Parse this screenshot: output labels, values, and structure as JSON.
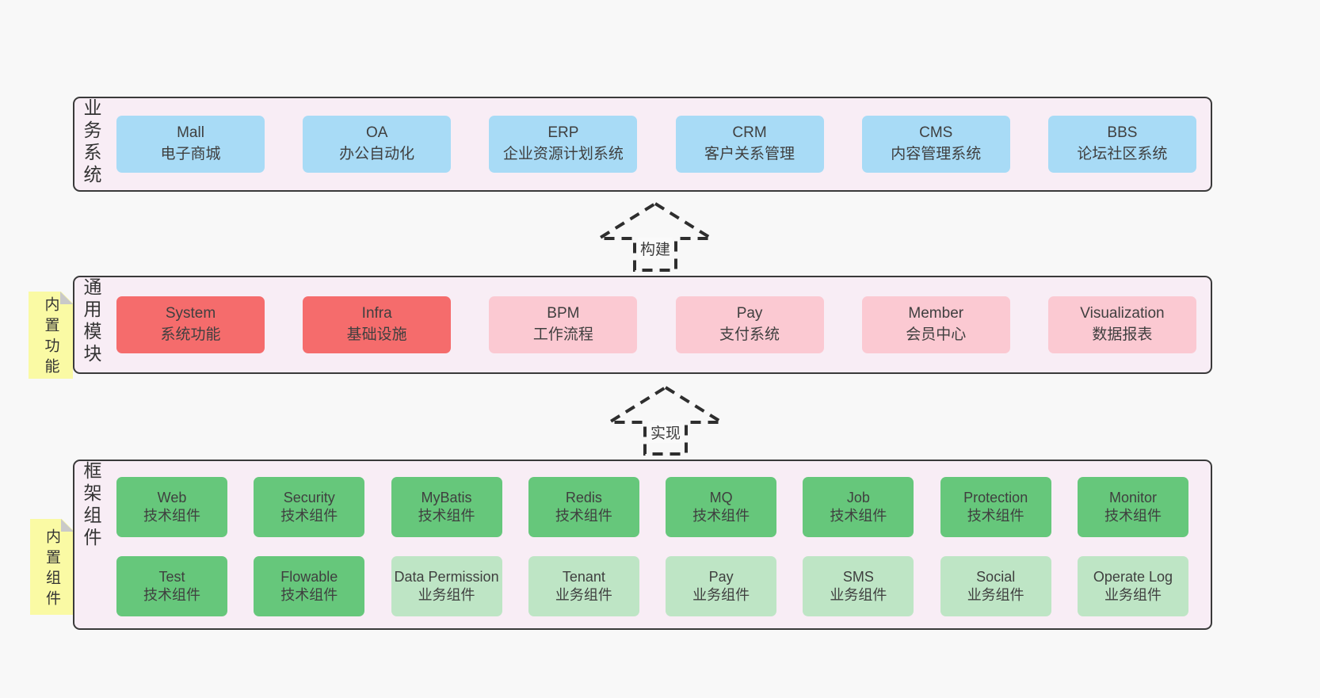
{
  "colors": {
    "page_background": "#f8f8f8",
    "panel_background": "#f8edf5",
    "panel_border": "#3a3a3a",
    "box_blue": "#a8dbf6",
    "box_red": "#f56c6c",
    "box_pink": "#fbc9d2",
    "box_green_dark": "#66c77b",
    "box_green_light": "#bee5c5",
    "sticky_note_yellow": "#fafaa4",
    "sticky_note_fold_gray": "#c9c9c9",
    "text": "#3c3c3c"
  },
  "arrows": [
    {
      "label": "构建"
    },
    {
      "label": "实现"
    }
  ],
  "layers": [
    {
      "label": "业务系统",
      "rows": [
        [
          {
            "name": "Mall",
            "desc": "电子商城"
          },
          {
            "name": "OA",
            "desc": "办公自动化"
          },
          {
            "name": "ERP",
            "desc": "企业资源计划系统"
          },
          {
            "name": "CRM",
            "desc": "客户关系管理"
          },
          {
            "name": "CMS",
            "desc": "内容管理系统"
          },
          {
            "name": "BBS",
            "desc": "论坛社区系统"
          }
        ]
      ]
    },
    {
      "label": "通用模块",
      "note": "内置功能",
      "rows": [
        [
          {
            "name": "System",
            "desc": "系统功能"
          },
          {
            "name": "Infra",
            "desc": "基础设施"
          },
          {
            "name": "BPM",
            "desc": "工作流程"
          },
          {
            "name": "Pay",
            "desc": "支付系统"
          },
          {
            "name": "Member",
            "desc": "会员中心"
          },
          {
            "name": "Visualization",
            "desc": "数据报表"
          }
        ]
      ]
    },
    {
      "label": "框架组件",
      "note": "内置组件",
      "rows": [
        [
          {
            "name": "Web",
            "desc": "技术组件"
          },
          {
            "name": "Security",
            "desc": "技术组件"
          },
          {
            "name": "MyBatis",
            "desc": "技术组件"
          },
          {
            "name": "Redis",
            "desc": "技术组件"
          },
          {
            "name": "MQ",
            "desc": "技术组件"
          },
          {
            "name": "Job",
            "desc": "技术组件"
          },
          {
            "name": "Protection",
            "desc": "技术组件"
          },
          {
            "name": "Monitor",
            "desc": "技术组件"
          }
        ],
        [
          {
            "name": "Test",
            "desc": "技术组件"
          },
          {
            "name": "Flowable",
            "desc": "技术组件"
          },
          {
            "name": "Data Permission",
            "desc": "业务组件"
          },
          {
            "name": "Tenant",
            "desc": "业务组件"
          },
          {
            "name": "Pay",
            "desc": "业务组件"
          },
          {
            "name": "SMS",
            "desc": "业务组件"
          },
          {
            "name": "Social",
            "desc": "业务组件"
          },
          {
            "name": "Operate Log",
            "desc": "业务组件"
          }
        ]
      ]
    }
  ]
}
